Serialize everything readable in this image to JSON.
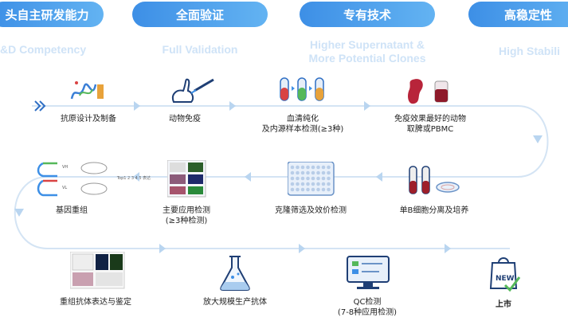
{
  "headers": [
    {
      "title": "头自主研发能力",
      "subtitle": "&D Competency"
    },
    {
      "title": "全面验证",
      "subtitle": "Full Validation"
    },
    {
      "title": "专有技术",
      "subtitle_line1": "Higher  Supernatant &",
      "subtitle_line2": "More Potential Clones"
    },
    {
      "title": "高稳定性",
      "subtitle": "High Stabili"
    }
  ],
  "row1": [
    {
      "label": "抗原设计及制备"
    },
    {
      "label": "动物免疫"
    },
    {
      "label_line1": "血清纯化",
      "label_line2": "及内源样本检测(≥3种)"
    },
    {
      "label_line1": "免疫效果最好的动物",
      "label_line2": "取脾或PBMC"
    }
  ],
  "row2": [
    {
      "label": "基因重组",
      "tiny_note": "Top1 2 3 4 5 表达"
    },
    {
      "label_line1": "主要应用检测",
      "label_line2": "(≥3种检测)"
    },
    {
      "label": "克隆筛选及效价检测"
    },
    {
      "label": "单B细胞分离及培养"
    }
  ],
  "row3": [
    {
      "label": "重组抗体表达与鉴定"
    },
    {
      "label": "放大规模生产抗体"
    },
    {
      "label_line1": "QC检测",
      "label_line2": "(7-8种应用检测)"
    },
    {
      "label": "上市",
      "badge": "NEW"
    }
  ],
  "colors": {
    "accent": "#3d8fe6",
    "flow_line": "#cfe0f2",
    "red": "#d94343",
    "green": "#55b85a",
    "dark": "#1f3f75"
  }
}
